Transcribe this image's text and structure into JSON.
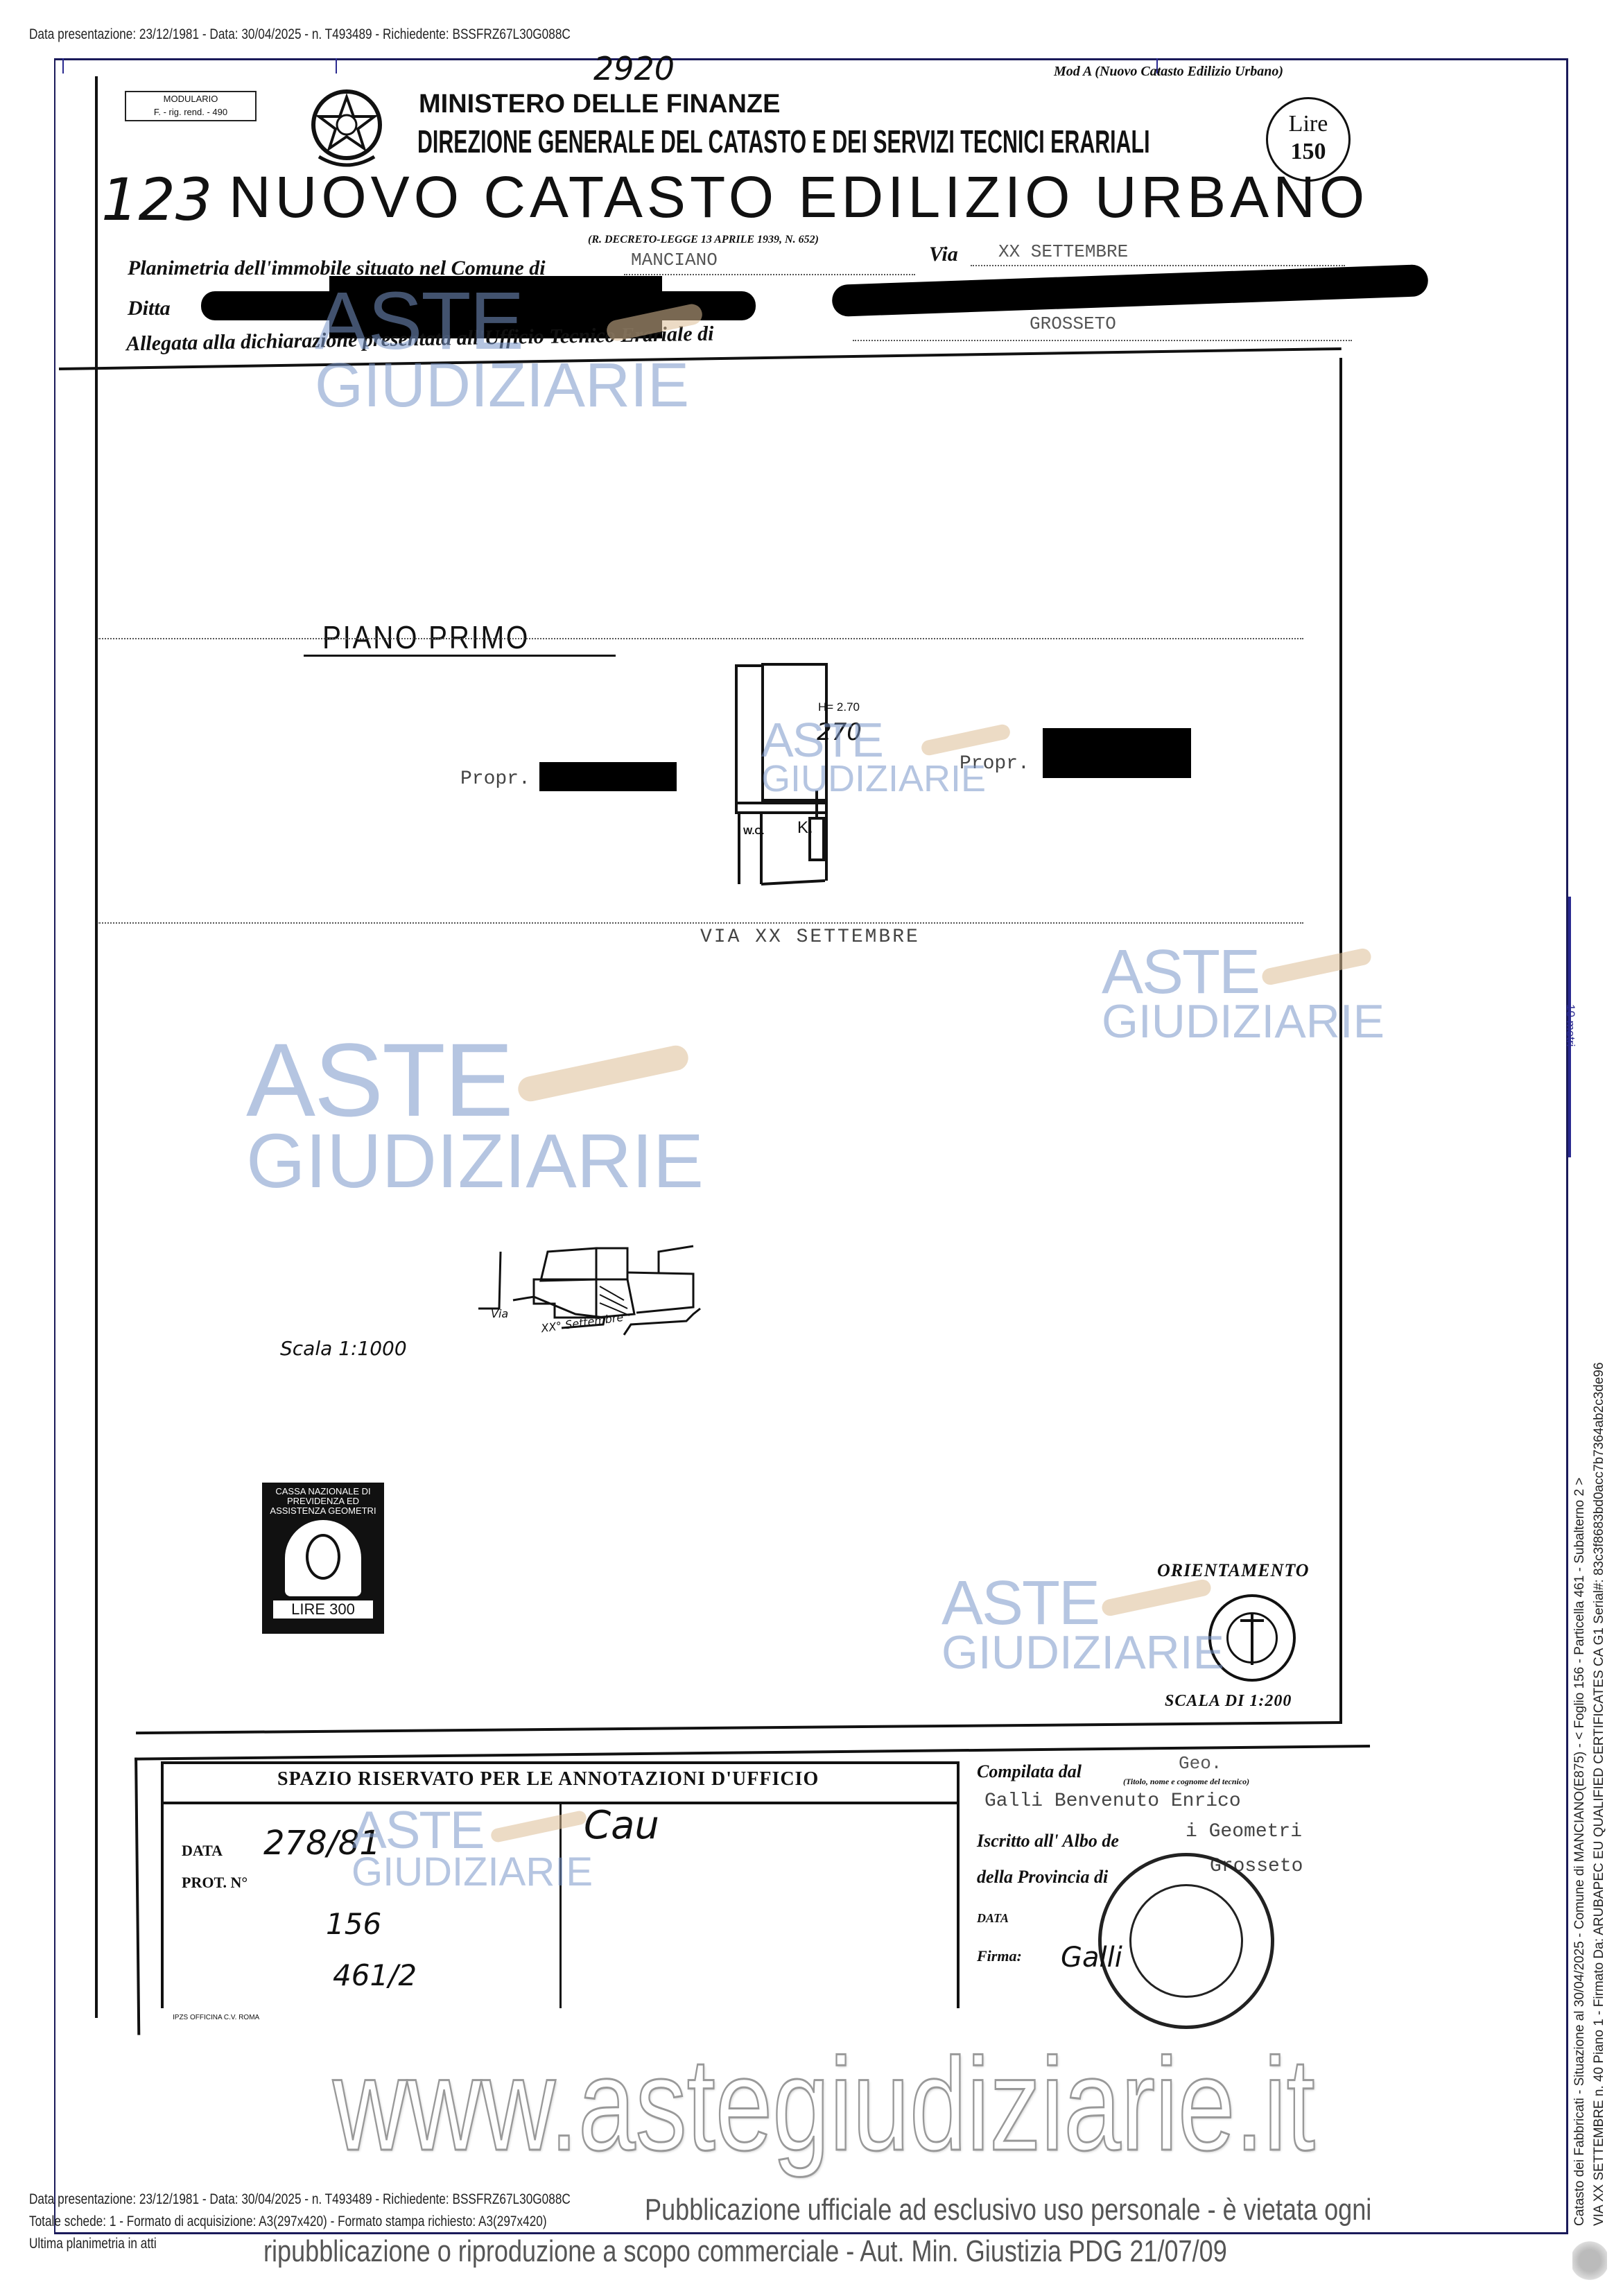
{
  "header_meta": "Data presentazione: 23/12/1981 - Data: 30/04/2025 - n. T493489 - Richiedente: BSSFRZ67L30G088C",
  "form": {
    "handwritten_number_top": "2920",
    "mod": "Mod A (Nuovo Catasto Edilizio Urbano)",
    "modulario_line1": "MODULARIO",
    "modulario_line2": "F. - rig. rend. - 490",
    "ministry": "MINISTERO DELLE FINANZE",
    "direction": "DIREZIONE GENERALE DEL CATASTO E DEI SERVIZI TECNICI ERARIALI",
    "stamp_lire_label": "Lire",
    "stamp_lire_value": "150",
    "handwritten_number_title": "123",
    "title": "NUOVO CATASTO EDILIZIO URBANO",
    "decree": "(R. DECRETO-LEGGE 13 APRILE 1939, N. 652)",
    "planimetria_label": "Planimetria dell'immobile situato nel Comune di",
    "comune": "MANCIANO",
    "via_label": "Via",
    "via": "XX SETTEMBRE",
    "ditta_label": "Ditta",
    "allegata_label": "Allegata alla dichiarazione presentata all'Ufficio Tecnico Erariale di",
    "ufficio": "GROSSETO"
  },
  "plan": {
    "floor_title": "PIANO PRIMO",
    "height_label": "H= 2.70",
    "handwritten_height": "270",
    "room_wc": "W.C.",
    "room_k": "K.",
    "neighbor_left": "Propr.",
    "neighbor_right": "Propr.",
    "street": "VIA XX SETTEMBRE",
    "location_scale": "Scala 1:1000",
    "location_street_a": "Via",
    "location_street_b": "XX° Settembre",
    "orientation_label": "ORIENTAMENTO",
    "scale": "SCALA DI 1:200",
    "scale_bar_label": "10 metri"
  },
  "revenue_stamp": {
    "text": "CASSA NAZIONALE DI PREVIDENZA ED ASSISTENZA GEOMETRI",
    "value": "LIRE 300"
  },
  "office": {
    "header": "SPAZIO RISERVATO PER LE ANNOTAZIONI D'UFFICIO",
    "data_label": "DATA",
    "data_value": "278/81",
    "prot_label": "PROT. N°",
    "foglio": "156",
    "particella": "461/2",
    "printer": "IPZS OFFICINA C.V. ROMA"
  },
  "compiler": {
    "compilata_label": "Compilata dal",
    "title": "Geo.",
    "title_hint": "(Titolo, nome e cognome del tecnico)",
    "name": "Galli Benvenuto Enrico",
    "albo_label": "Iscritto all' Albo de",
    "albo": "i Geometri",
    "provincia_label": "della Provincia di",
    "provincia": "Grosseto",
    "data_label": "DATA",
    "firma_label": "Firma:"
  },
  "watermark": {
    "brand_top": "ASTE",
    "brand_bottom": "GIUDIZIARIE",
    "site": "www.astegiudiziarie.it",
    "notice_line1": "Pubblicazione ufficiale ad esclusivo uso personale - è vietata ogni",
    "notice_line2": "ripubblicazione o riproduzione a scopo commerciale - Aut. Min. Giustizia PDG 21/07/09"
  },
  "footer": {
    "line1": "Data presentazione: 23/12/1981 - Data: 30/04/2025 - n. T493489 - Richiedente: BSSFRZ67L30G088C",
    "line2": "Totale schede: 1 - Formato di acquisizione: A3(297x420) - Formato stampa richiesto: A3(297x420)",
    "line3": "Ultima planimetria in atti"
  },
  "side": {
    "line1": "Catasto dei Fabbricati - Situazione al 30/04/2025 - Comune di MANCIANO(E875) - < Foglio 156 - Particella 461 - Subalterno 2 >",
    "line2": "VIA XX SETTEMBRE n. 40 Piano 1 - Firmato Da: ARUBAPEC EU QUALIFIED CERTIFICATES CA G1 Serial#: 83c3f8683bd0acc7b7364ab2c3de96"
  },
  "colors": {
    "frame": "#1a1a5a",
    "scale_bar": "#2a2a90",
    "watermark_blue": "#7896c8",
    "watermark_gold": "#dcbe96"
  }
}
